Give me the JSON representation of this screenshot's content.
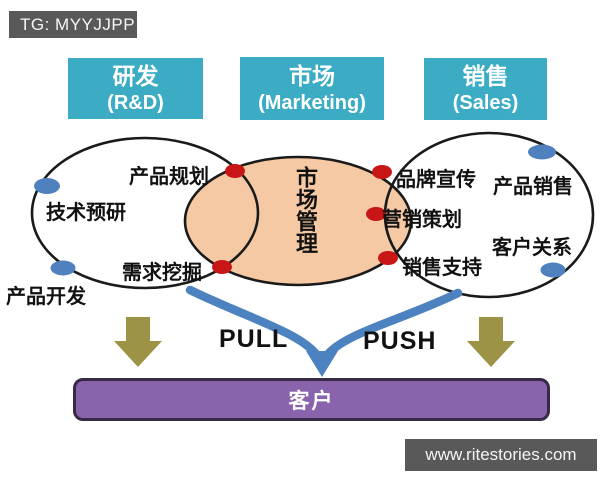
{
  "badges": {
    "telegram": "TG: MYYJJPP",
    "watermark": "www.ritestories.com"
  },
  "departments": [
    {
      "zh": "研发",
      "en": "(R&D)"
    },
    {
      "zh": "市场",
      "en": "(Marketing)"
    },
    {
      "zh": "销售",
      "en": "(Sales)"
    }
  ],
  "venn": {
    "center_label": "市场管理",
    "rd_items": {
      "product_planning": "产品规划",
      "tech_preresearch": "技术预研",
      "demand_mining": "需求挖掘",
      "product_dev": "产品开发"
    },
    "sales_items": {
      "brand_promo": "品牌宣传",
      "marketing_planning": "营销策划",
      "sales_support": "销售支持",
      "product_sales": "产品销售",
      "customer_relations": "客户关系"
    }
  },
  "flow": {
    "pull": "PULL",
    "push": "PUSH",
    "customer": "客户"
  },
  "colors": {
    "teal": "#3bacc4",
    "badge_gray": "#595959",
    "peach": "#f5c9a3",
    "outline": "#1a1a1a",
    "red_dot": "#c81616",
    "blue_dot": "#4e81bd",
    "blue_arrow": "#4d82c0",
    "olive": "#9c9346",
    "purple": "#8a63ad",
    "purple_border": "#362a44"
  }
}
